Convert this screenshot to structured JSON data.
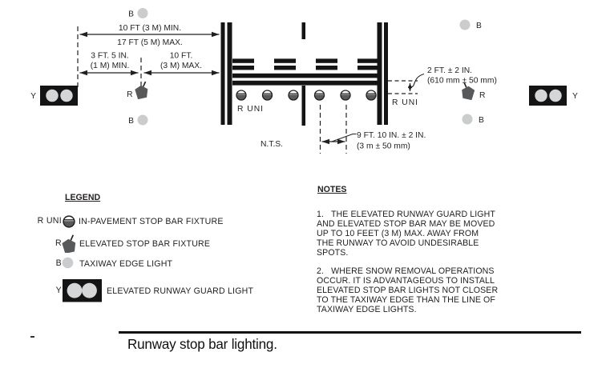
{
  "diagram": {
    "nts": "N.T.S.",
    "dimensions": {
      "top_min": "10 FT (3 M) MIN.",
      "top_max": "17 FT (5 M) MAX.",
      "left_min_l1": "3 FT. 5 IN.",
      "left_min_l2": "(1 M) MIN.",
      "right_max_l1": "10 FT.",
      "right_max_l2": "(3 M) MAX.",
      "offset_l1": "2 FT. ± 2 IN.",
      "offset_l2": "(610 mm ± 50 mm)",
      "spacing_l1": "9 FT. 10 IN. ± 2 IN.",
      "spacing_l2": "(3 m ± 50 mm)"
    },
    "labels": {
      "b": "B",
      "r": "R",
      "y": "Y",
      "r_uni": "R UNI"
    }
  },
  "legend": {
    "title": "LEGEND",
    "items": [
      {
        "symbol": "R UNI",
        "icon": "in-pavement-stop-bar-fixture-icon",
        "label": "IN-PAVEMENT STOP BAR FIXTURE"
      },
      {
        "symbol": "R",
        "icon": "elevated-stop-bar-fixture-icon",
        "label": "ELEVATED STOP BAR FIXTURE"
      },
      {
        "symbol": "B",
        "icon": "taxiway-edge-light-icon",
        "label": "TAXIWAY EDGE LIGHT"
      },
      {
        "symbol": "Y",
        "icon": "elevated-runway-guard-light-icon",
        "label": "ELEVATED RUNWAY GUARD LIGHT"
      }
    ]
  },
  "notes": {
    "title": "NOTES",
    "note1_lines": [
      "1.   THE ELEVATED RUNWAY GUARD LIGHT",
      "AND ELEVATED STOP BAR MAY BE MOVED",
      "UP TO 10 FEET (3 M) MAX. AWAY FROM",
      "THE RUNWAY TO AVOID UNDESIRABLE",
      "SPOTS."
    ],
    "note2_lines": [
      "2.   WHERE SNOW REMOVAL OPERATIONS",
      "OCCUR. IT IS ADVANTAGEOUS TO INSTALL",
      "ELEVATED STOP BAR LIGHTS NOT CLOSER",
      "TO THE TAXIWAY EDGE THAN THE LINE OF",
      "TAXIWAY EDGE LIGHTS."
    ]
  },
  "caption": "Runway stop bar lighting.",
  "colors": {
    "ink": "#231F20",
    "pavement_black": "#141414",
    "fixture_dark_gray": "#58595B",
    "edge_light_gray": "#CBCCCE",
    "lens_gray": "#D5D6D7"
  }
}
